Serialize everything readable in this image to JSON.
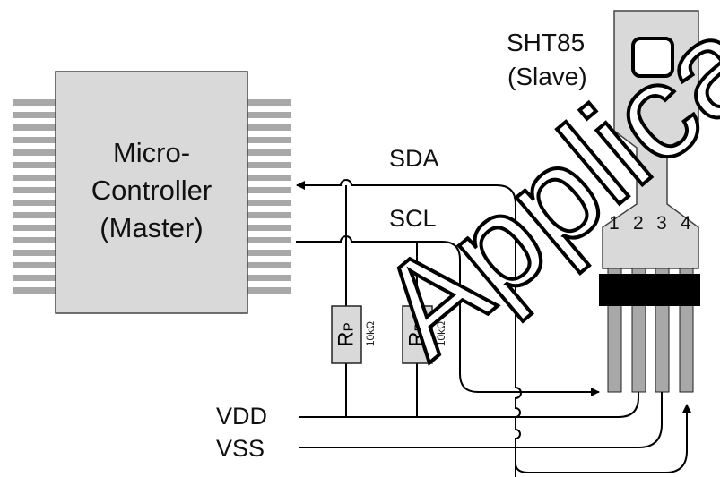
{
  "mcu": {
    "line1": "Micro-",
    "line2": "Controller",
    "line3": "(Master)"
  },
  "sensor": {
    "name": "SHT85",
    "role": "(Slave)"
  },
  "signals": {
    "sda": "SDA",
    "scl": "SCL",
    "vdd": "VDD",
    "vss": "VSS"
  },
  "resistors": [
    {
      "label": "R",
      "subscript": "P",
      "value": "10kΩ"
    },
    {
      "label": "R",
      "subscript": "P",
      "value": "10kΩ"
    }
  ],
  "pins": [
    "1",
    "2",
    "3",
    "4"
  ],
  "watermark": "Application"
}
